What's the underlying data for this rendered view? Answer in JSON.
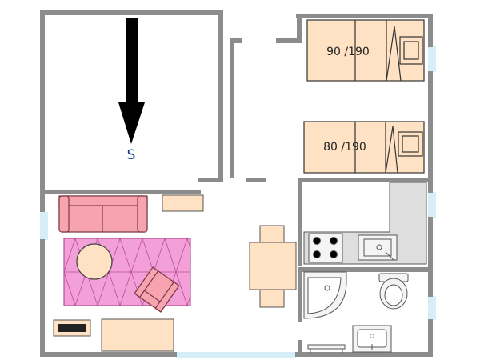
{
  "plan": {
    "compass_label": "S",
    "bed_large_label": "90 /190",
    "bed_small_label": "80 /190"
  },
  "colors": {
    "wall": "#8c8c8c",
    "window": "#d6eef7",
    "furniture": "#ffe2c4",
    "sofa": "#f7a3b0",
    "rug": "#f4a0d8",
    "counter": "#dedede",
    "arrow": "#000000",
    "label_blue": "#123a92"
  }
}
